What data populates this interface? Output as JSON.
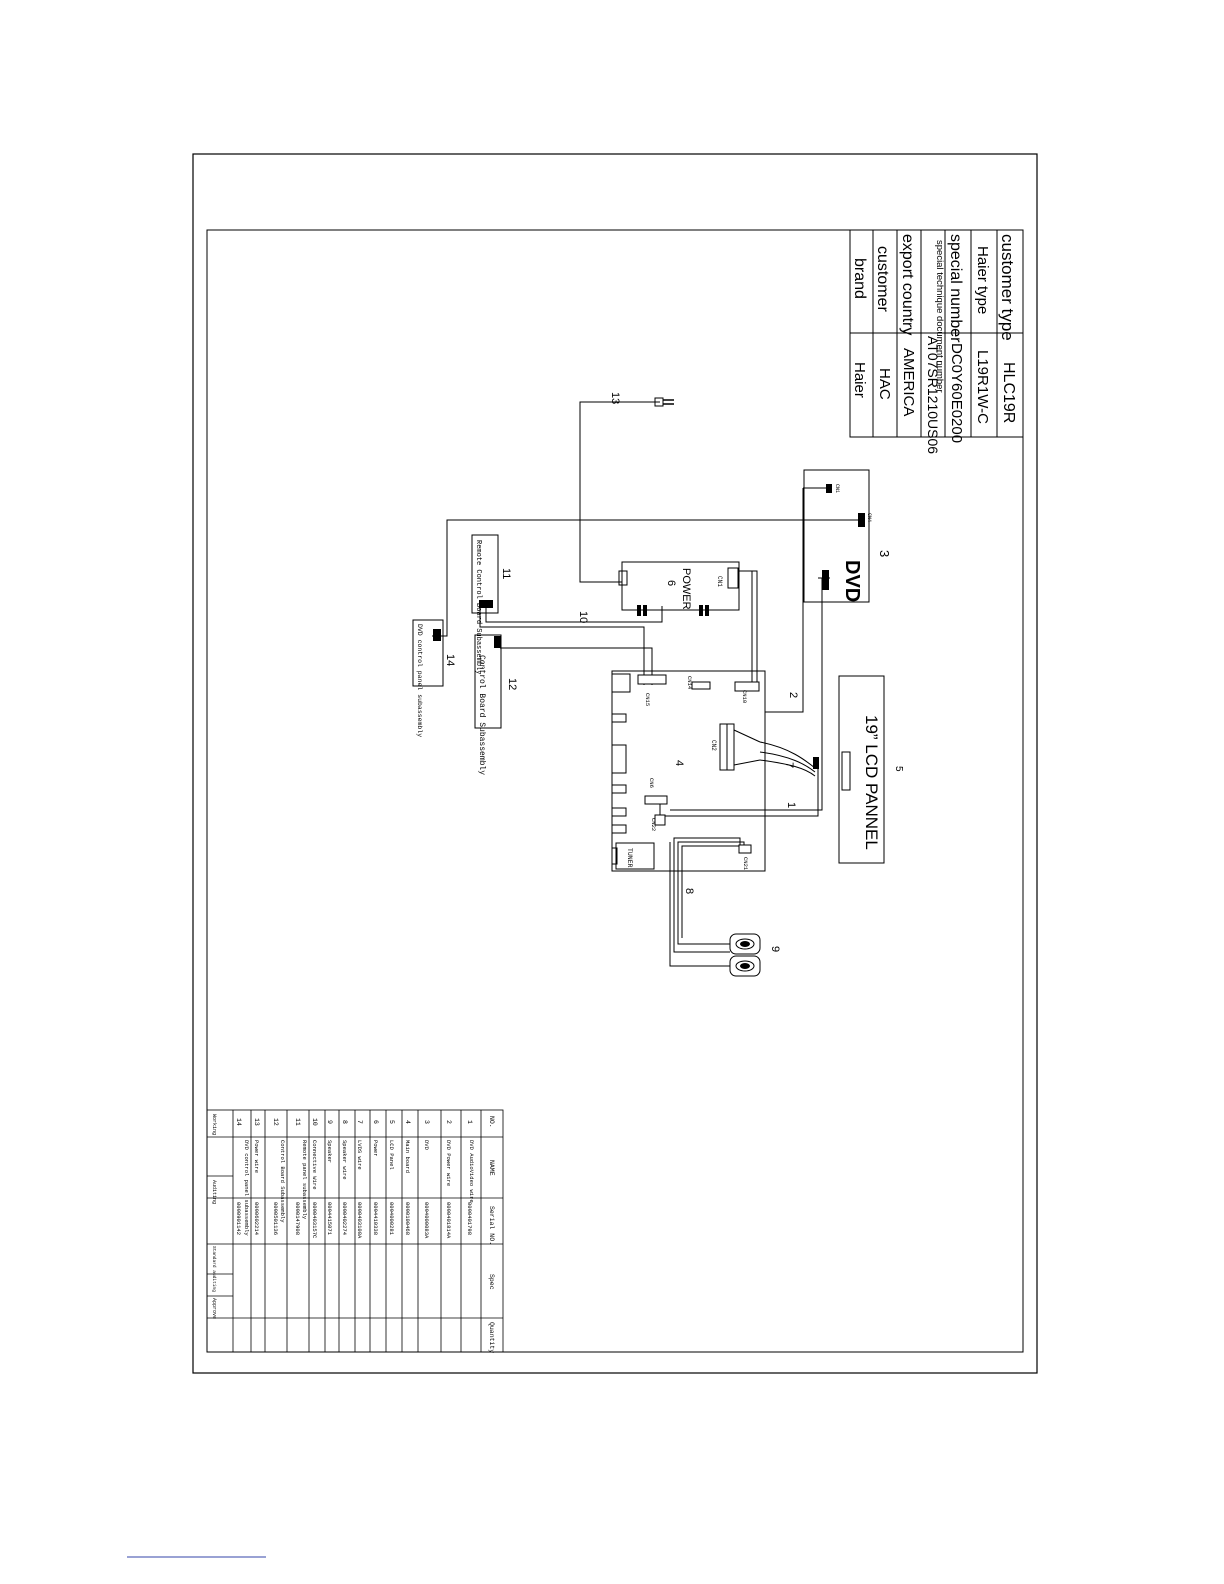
{
  "info_block": [
    {
      "label": "customer type",
      "value": "HLC19R"
    },
    {
      "label": "Haier type",
      "value": "L19R1W-C"
    },
    {
      "label": "special number",
      "value": "DC0Y60E0200"
    },
    {
      "label": "special technique document number",
      "value": "AT07SR1210US06"
    },
    {
      "label": "export country",
      "value": "AMERICA"
    },
    {
      "label": "customer",
      "value": "HAC"
    },
    {
      "label": "brand",
      "value": "Haier"
    }
  ],
  "components": {
    "dvd": "DVD",
    "dvd_num": "3",
    "power": "POWER",
    "power_num": "6",
    "remote": "Remote Control Board Subassembly",
    "remote_num": "11",
    "control": "Control Board Subassembly",
    "control_num": "12",
    "dvd_panel": "DVD control panel subassembly",
    "dvd_panel_num": "14",
    "lcd": "19” LCD PANNEL",
    "lcd_num": "5",
    "main_num": "4",
    "tuner": "TUNER",
    "speaker_num": "9"
  },
  "wire_labels": [
    "1",
    "2",
    "7",
    "8",
    "10",
    "13"
  ],
  "connectors": [
    "CN1",
    "CN4",
    "CN6",
    "CN10",
    "CN14",
    "CN15",
    "CN22",
    "CN2",
    "CN19",
    "CN21"
  ],
  "bom": {
    "headers": [
      "NO.",
      "NAME",
      "Serial NO.",
      "Spec",
      "Quantity"
    ],
    "rows": [
      [
        "1",
        "DVD AudioVideo wire",
        "0090401798",
        "",
        ""
      ],
      [
        "2",
        "DVD Power wire",
        "0090401814A",
        "",
        ""
      ],
      [
        "3",
        "DVD",
        "0094000083A",
        "",
        ""
      ],
      [
        "4",
        "Main board",
        "0090100468",
        "",
        ""
      ],
      [
        "5",
        "LCD Panel",
        "0094000281",
        "",
        ""
      ],
      [
        "6",
        "Power",
        "0094410338",
        "",
        ""
      ],
      [
        "7",
        "LVDS wire",
        "0090403108A",
        "",
        ""
      ],
      [
        "8",
        "Speaker wire",
        "0090402274",
        "",
        ""
      ],
      [
        "9",
        "Speaker",
        "0094415071",
        "",
        ""
      ],
      [
        "10",
        "Connective Wire",
        "0090403157C",
        "",
        ""
      ],
      [
        "11",
        "Remote panel subassembly",
        "0090147908",
        "",
        ""
      ],
      [
        "12",
        "Control Board Subassembly",
        "0090501136",
        "",
        ""
      ],
      [
        "13",
        "Power wire",
        "0090602214",
        "",
        ""
      ],
      [
        "14",
        "DVD control panel subassembly",
        "0090901142",
        "",
        ""
      ]
    ],
    "footer": [
      "Working",
      "Auditing",
      "Standard auditing",
      "Approve"
    ]
  }
}
